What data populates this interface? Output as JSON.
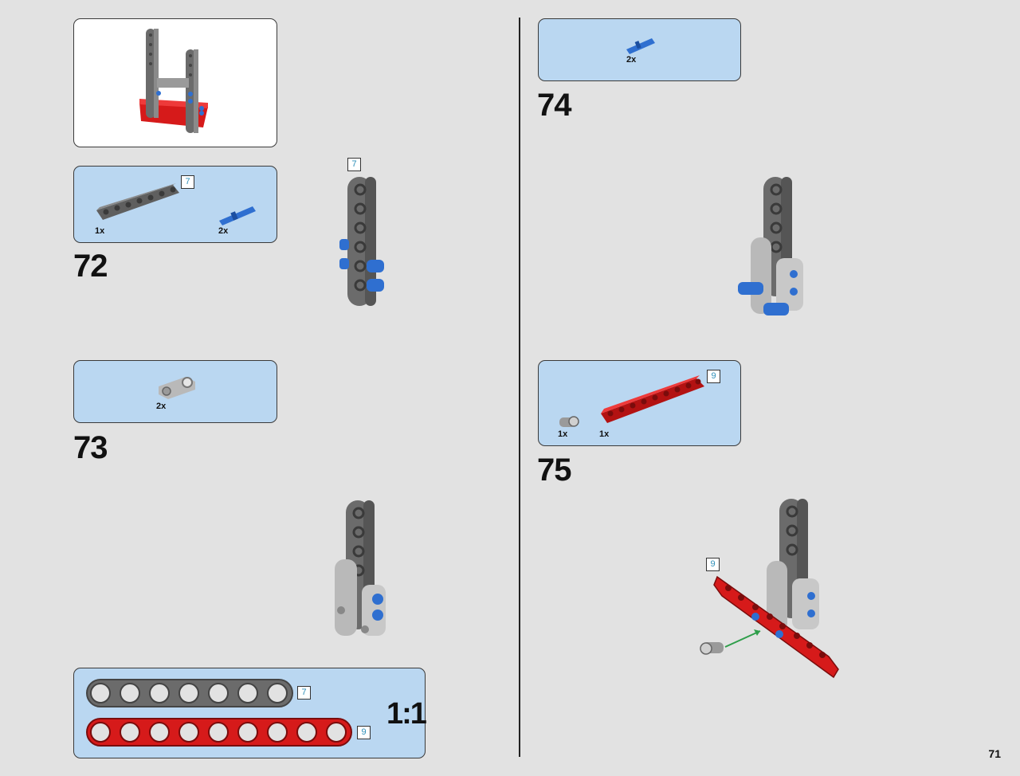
{
  "page_number": "71",
  "colors": {
    "gray": "#6b6b6b",
    "light_gray": "#b9b9b9",
    "red": "#d61a1a",
    "blue": "#2f6fd0",
    "panel": "#bad7f1",
    "length_text": "#2e8fb8"
  },
  "step72": {
    "number": "72",
    "parts": [
      {
        "qty": "1x",
        "length": "7",
        "icon": "gray-beam-7-icon"
      },
      {
        "qty": "2x",
        "icon": "blue-pin-icon"
      }
    ],
    "callout_length": "7"
  },
  "step73": {
    "number": "73",
    "parts": [
      {
        "qty": "2x",
        "icon": "light-gray-connector-icon"
      }
    ]
  },
  "step74": {
    "number": "74",
    "parts": [
      {
        "qty": "2x",
        "icon": "blue-pin-icon"
      }
    ]
  },
  "step75": {
    "number": "75",
    "parts": [
      {
        "qty": "1x",
        "icon": "light-gray-bushing-icon"
      },
      {
        "qty": "1x",
        "length": "9",
        "icon": "red-beam-9-icon"
      }
    ],
    "callout_length": "9"
  },
  "scale_box": {
    "label": "1:1",
    "beams": [
      {
        "length": "7",
        "holes": 7,
        "color": "gray"
      },
      {
        "length": "9",
        "holes": 9,
        "color": "red"
      }
    ]
  }
}
